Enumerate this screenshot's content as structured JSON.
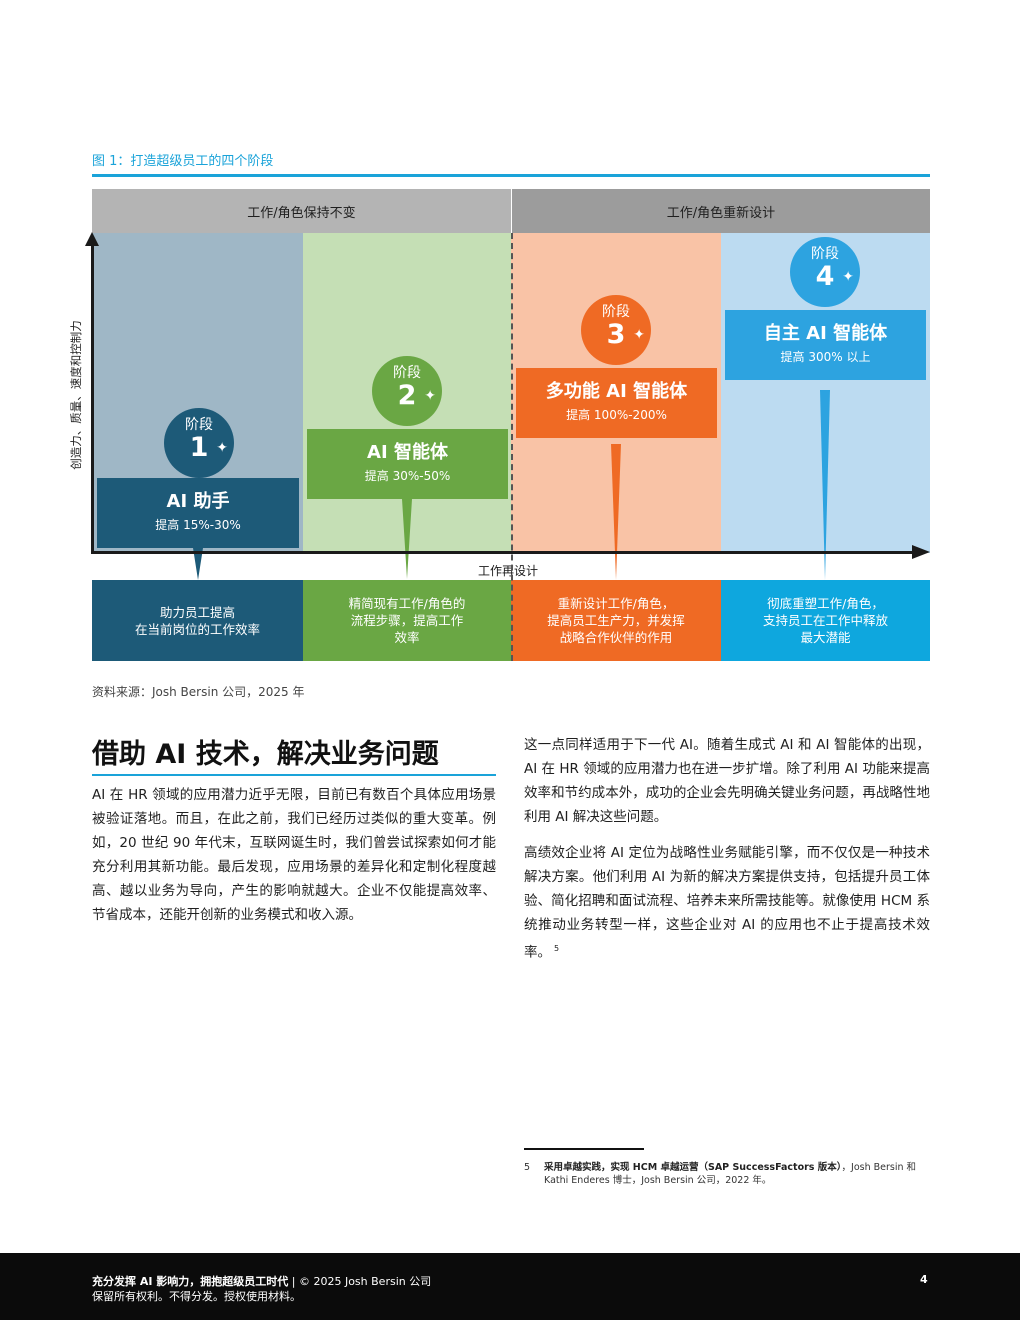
{
  "figure": {
    "title": "图 1：打造超级员工的四个阶段",
    "header_left": "工作/角色保持不变",
    "header_right": "工作/角色重新设计",
    "y_axis_label": "创造力、质量、速度和控制力",
    "x_axis_label": "工作再设计",
    "stages": [
      {
        "stage_label": "阶段",
        "number": "1",
        "title": "AI 助手",
        "improvement": "提高 15%-30%",
        "description": "助力员工提高\n在当前岗位的工作效率"
      },
      {
        "stage_label": "阶段",
        "number": "2",
        "title": "AI 智能体",
        "improvement": "提高 30%-50%",
        "description": "精简现有工作/角色的\n流程步骤，提高工作\n效率"
      },
      {
        "stage_label": "阶段",
        "number": "3",
        "title": "多功能 AI 智能体",
        "improvement": "提高 100%-200%",
        "description": "重新设计工作/角色，\n提高员工生产力，并发挥\n战略合作伙伴的作用"
      },
      {
        "stage_label": "阶段",
        "number": "4",
        "title": "自主 AI 智能体",
        "improvement": "提高 300% 以上",
        "description": "彻底重塑工作/角色，\n支持员工在工作中释放\n最大潜能"
      }
    ],
    "source": "资料来源：Josh Bersin 公司，2025 年"
  },
  "section": {
    "heading": "借助 AI 技术，解决业务问题",
    "para1": "AI 在 HR 领域的应用潜力近乎无限，目前已有数百个具体应用场景被验证落地。而且，在此之前，我们已经历过类似的重大变革。例如，20 世纪 90 年代末，互联网诞生时，我们曾尝试探索如何才能充分利用其新功能。最后发现，应用场景的差异化和定制化程度越高、越以业务为导向，产生的影响就越大。企业不仅能提高效率、节省成本，还能开创新的业务模式和收入源。",
    "para2": "这一点同样适用于下一代 AI。随着生成式 AI 和 AI 智能体的出现，AI 在 HR 领域的应用潜力也在进一步扩增。除了利用 AI 功能来提高效率和节约成本外，成功的企业会先明确关键业务问题，再战略性地利用 AI 解决这些问题。",
    "para3": "高绩效企业将 AI 定位为战略性业务赋能引擎，而不仅仅是一种技术解决方案。他们利用 AI 为新的解决方案提供支持，包括提升员工体验、简化招聘和面试流程、培养未来所需技能等。就像使用 HCM 系统推动业务转型一样，这些企业对 AI 的应用也不止于提高技术效率。",
    "para3_sup": "5"
  },
  "footnote": {
    "number": "5",
    "bold_text": "采用卓越实践，实现 HCM 卓越运营（SAP SuccessFactors 版本）",
    "text": "，Josh Bersin 和 Kathi Enderes 博士，Josh Bersin 公司，2022 年。"
  },
  "footer": {
    "doc_title": "充分发挥 AI 影响力，拥抱超级员工时代",
    "copyright": " | © 2025 Josh Bersin 公司",
    "rights": "保留所有权利。不得分发。授权使用材料。",
    "page_number": "4"
  },
  "colors": {
    "accent": "#1aa3d9",
    "stage1": "#1d5a78",
    "stage2": "#6aa744",
    "stage3": "#ef6a24",
    "stage4": "#2da3e0"
  },
  "icons": {
    "sparkle": "sparkle-icon"
  }
}
